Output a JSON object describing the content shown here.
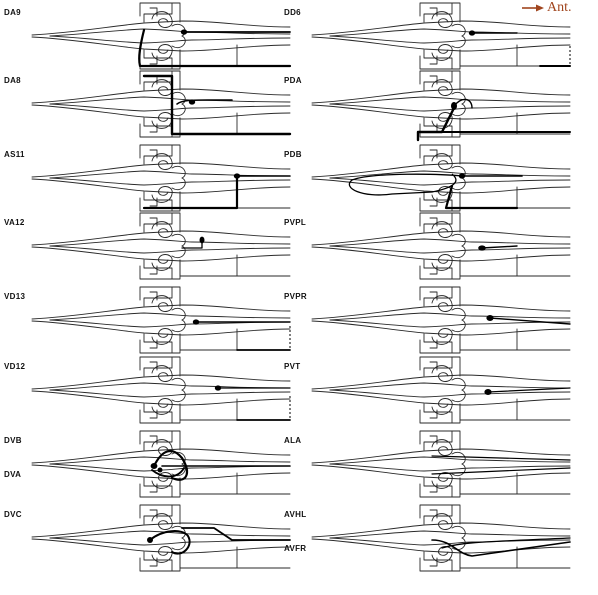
{
  "orientation": {
    "label": "Ant.",
    "color": "#a0451e"
  },
  "colors": {
    "outline": "#2a2a2a",
    "neuron": "#000000"
  },
  "panels": [
    {
      "id": "DA9",
      "labels": [
        "DA9"
      ],
      "motif": "da9"
    },
    {
      "id": "DD6",
      "labels": [
        "DD6"
      ],
      "motif": "dd6"
    },
    {
      "id": "DA8",
      "labels": [
        "DA8"
      ],
      "motif": "da8"
    },
    {
      "id": "PDA",
      "labels": [
        "PDA"
      ],
      "motif": "pda"
    },
    {
      "id": "AS11",
      "labels": [
        "AS11"
      ],
      "motif": "as11"
    },
    {
      "id": "PDB",
      "labels": [
        "PDB"
      ],
      "motif": "pdb"
    },
    {
      "id": "VA12",
      "labels": [
        "VA12"
      ],
      "motif": "va12"
    },
    {
      "id": "PVPL",
      "labels": [
        "PVPL"
      ],
      "motif": "pvpl"
    },
    {
      "id": "VD13",
      "labels": [
        "VD13"
      ],
      "motif": "vd13"
    },
    {
      "id": "PVPR",
      "labels": [
        "PVPR"
      ],
      "motif": "pvpr"
    },
    {
      "id": "VD12",
      "labels": [
        "VD12"
      ],
      "motif": "vd12"
    },
    {
      "id": "PVT",
      "labels": [
        "PVT"
      ],
      "motif": "pvt"
    },
    {
      "id": "DVB",
      "labels": [
        "DVB",
        "DVA"
      ],
      "motif": "dvb"
    },
    {
      "id": "ALA",
      "labels": [
        "ALA"
      ],
      "motif": "ala"
    },
    {
      "id": "DVC",
      "labels": [
        "DVC"
      ],
      "motif": "dvc"
    },
    {
      "id": "AVHL",
      "labels": [
        "AVHL",
        "AVFR"
      ],
      "motif": "avhl"
    }
  ]
}
